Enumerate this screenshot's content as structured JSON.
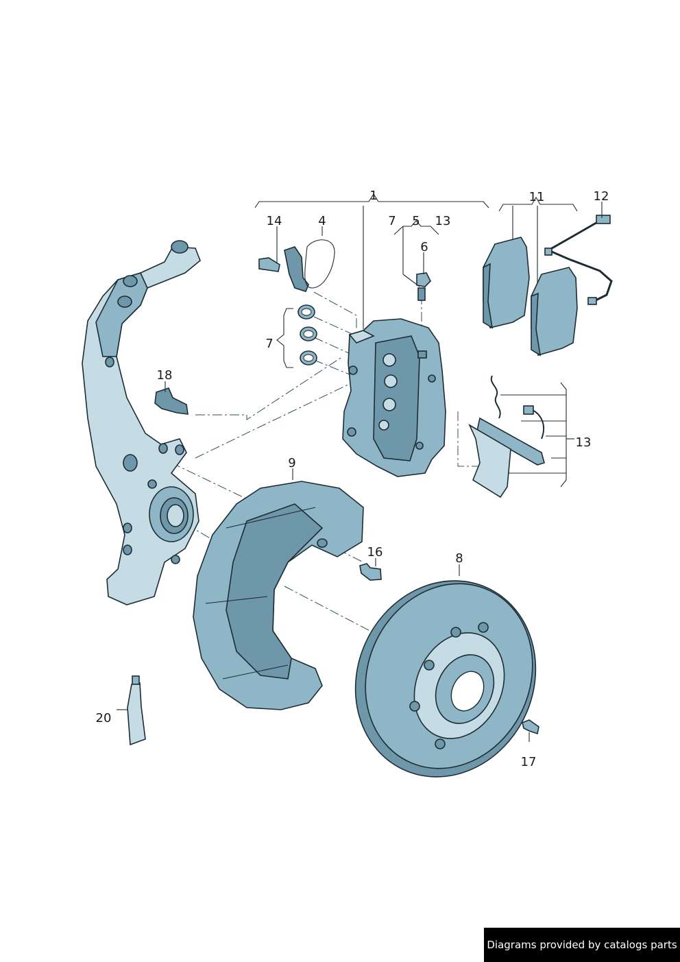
{
  "callouts": {
    "c1": "1",
    "c4": "4",
    "c5": "5",
    "c6": "6",
    "c7a": "7",
    "c7b": "7",
    "c8": "8",
    "c9": "9",
    "c11": "11",
    "c12": "12",
    "c13a": "13",
    "c13b": "13",
    "c14": "14",
    "c16": "16",
    "c17": "17",
    "c18": "18",
    "c20": "20"
  },
  "footer": {
    "credit": "Diagrams provided by catalogs parts"
  },
  "colors": {
    "part_fill": "#8fb6c6",
    "part_shadow": "#6f97aa",
    "part_highlight": "#c5dce5",
    "outline": "#1d2b33",
    "footer_bg": "#000000"
  }
}
